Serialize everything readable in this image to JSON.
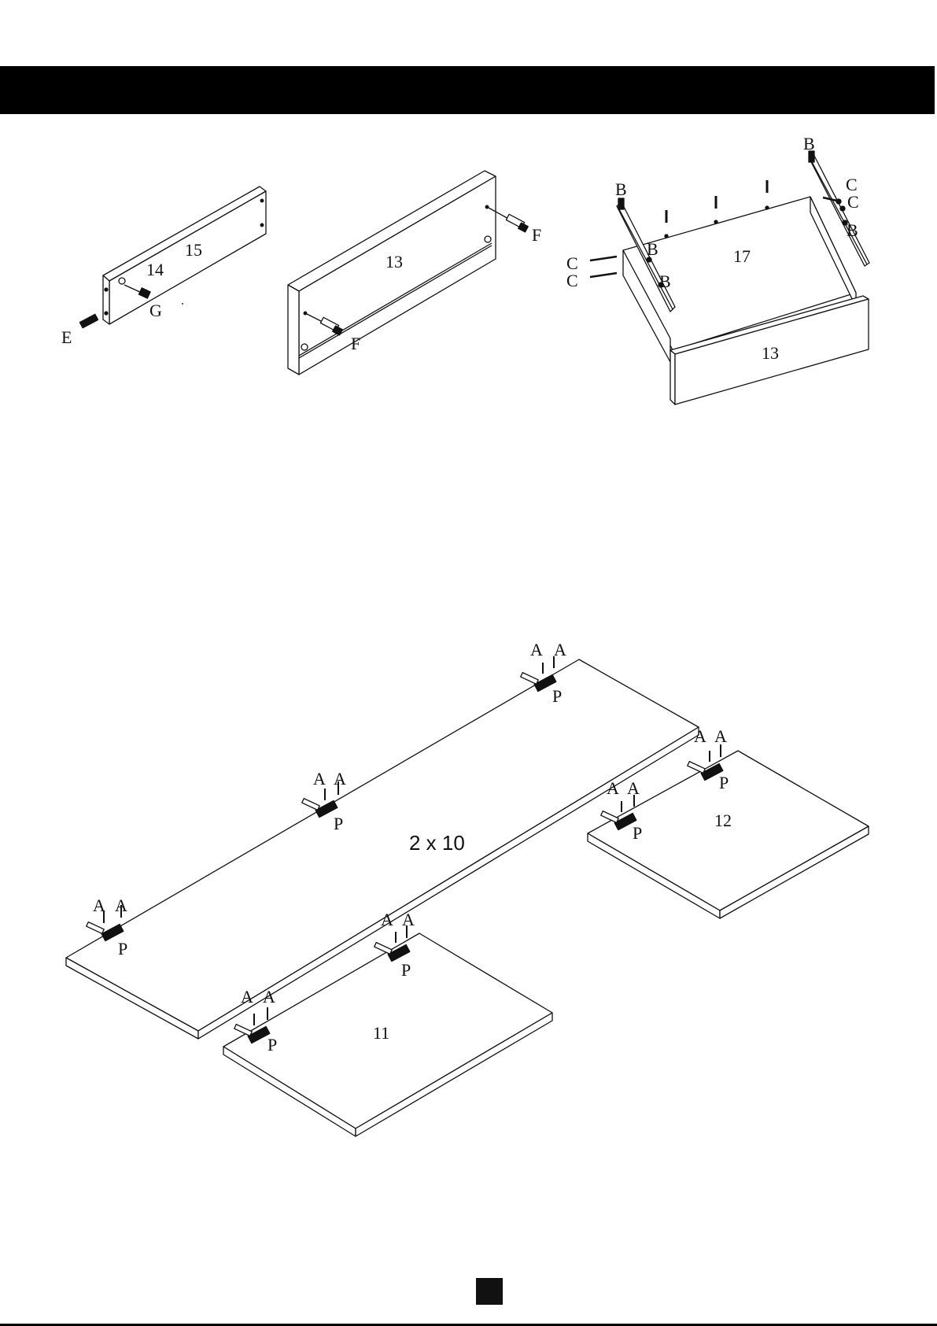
{
  "labels": {
    "panel_15": "15",
    "panel_14": "14",
    "fitting_g": "G",
    "fitting_e": "E",
    "panel_13_top": "13",
    "fitting_f_top": "F",
    "fitting_f_bottom": "F",
    "base_17": "17",
    "panel_13_front": "13",
    "fitting_b": [
      "B",
      "B",
      "B",
      "B",
      "B"
    ],
    "fitting_c": [
      "C",
      "C",
      "C",
      "C"
    ],
    "multiplier": "2 x 10",
    "panel_11": "11",
    "panel_12": "12",
    "fitting_a": [
      "A",
      "A",
      "A",
      "A",
      "A",
      "A",
      "A",
      "A",
      "A",
      "A",
      "A",
      "A",
      "A",
      "A"
    ],
    "fitting_p": [
      "P",
      "P",
      "P",
      "P",
      "P",
      "P",
      "P"
    ]
  },
  "colors": {
    "ink": "#111111",
    "header": "#000000",
    "paper": "#ffffff"
  }
}
